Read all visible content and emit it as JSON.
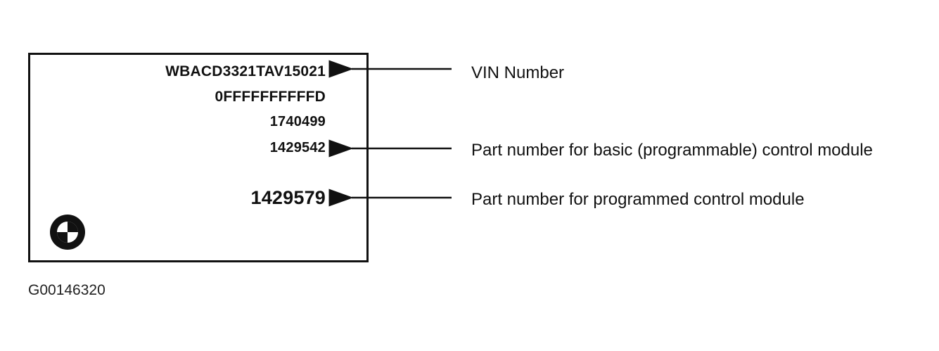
{
  "label": {
    "vin": "WBACD3321TAV15021",
    "hex_code": "0FFFFFFFFFFD",
    "number_1": "1740499",
    "number_2": "1429542",
    "programmed_number": "1429579",
    "logo_icon": "bmw-roundel-icon"
  },
  "callouts": {
    "vin": "VIN Number",
    "basic_module": "Part number for basic (programmable) control module",
    "programmed_module": "Part number for programmed control module"
  },
  "figure_id": "G00146320",
  "colors": {
    "ink": "#111111",
    "background": "#ffffff"
  }
}
